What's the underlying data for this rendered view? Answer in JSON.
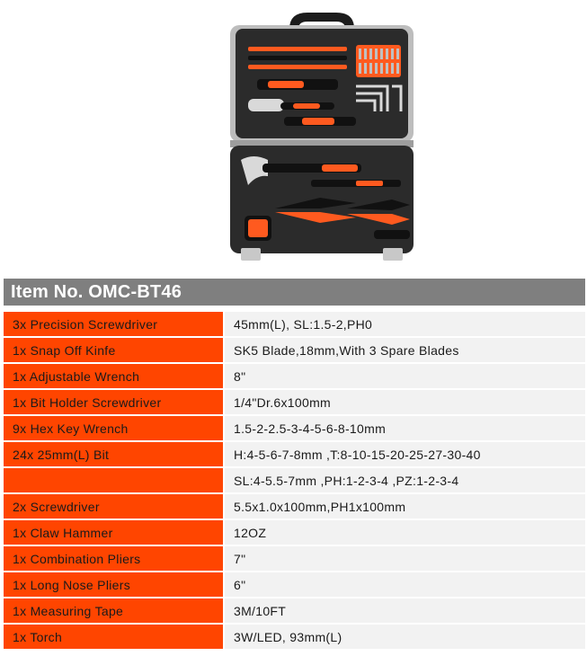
{
  "title": "Item No. OMC-BT46",
  "rows": [
    {
      "name": "3x Precision Screwdriver",
      "value": "45mm(L), SL:1.5-2,PH0"
    },
    {
      "name": "1x Snap Off Kinfe",
      "value": "SK5 Blade,18mm,With 3 Spare Blades"
    },
    {
      "name": "1x Adjustable Wrench",
      "value": "8\""
    },
    {
      "name": "1x Bit Holder Screwdriver",
      "value": "1/4\"Dr.6x100mm"
    },
    {
      "name": "9x Hex Key Wrench",
      "value": "1.5-2-2.5-3-4-5-6-8-10mm"
    },
    {
      "name": "24x 25mm(L) Bit",
      "value": "H:4-5-6-7-8mm ,T:8-10-15-20-25-27-30-40"
    },
    {
      "name": "",
      "value": "SL:4-5.5-7mm ,PH:1-2-3-4 ,PZ:1-2-3-4"
    },
    {
      "name": "2x Screwdriver",
      "value": "5.5x1.0x100mm,PH1x100mm"
    },
    {
      "name": "1x Claw Hammer",
      "value": "12OZ"
    },
    {
      "name": "1x Combination Pliers",
      "value": "7\""
    },
    {
      "name": "1x Long Nose Pliers",
      "value": "6\""
    },
    {
      "name": "1x Measuring Tape",
      "value": "3M/10FT"
    },
    {
      "name": "1x Torch",
      "value": "3W/LED, 93mm(L)"
    }
  ],
  "colors": {
    "header_bg": "#7f7f7f",
    "name_bg": "#ff4500",
    "value_bg": "#f2f2f2",
    "case_body": "#2b2b2b",
    "accent": "#ff5a1f"
  },
  "icons": {
    "product_image": "tool-kit-case-icon"
  }
}
